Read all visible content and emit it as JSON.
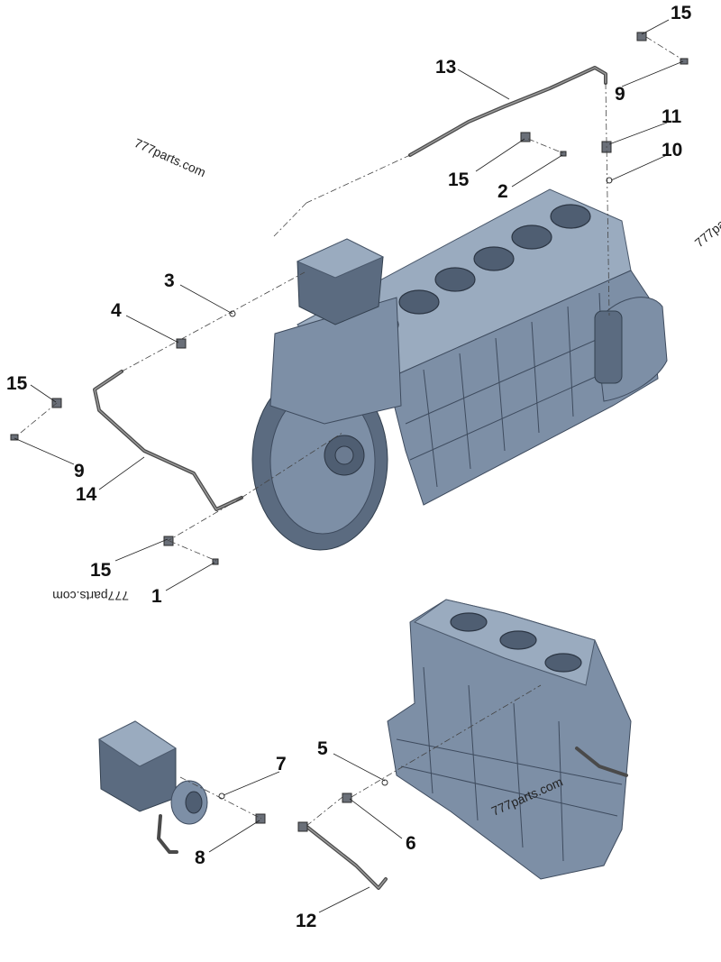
{
  "watermarks": [
    "777parts.com",
    "777parts.com",
    "777parts.com",
    "777pa"
  ],
  "callouts": [
    {
      "id": "1",
      "label": "1"
    },
    {
      "id": "2",
      "label": "2"
    },
    {
      "id": "3",
      "label": "3"
    },
    {
      "id": "4",
      "label": "4"
    },
    {
      "id": "5",
      "label": "5"
    },
    {
      "id": "6",
      "label": "6"
    },
    {
      "id": "7",
      "label": "7"
    },
    {
      "id": "8",
      "label": "8"
    },
    {
      "id": "9a",
      "label": "9"
    },
    {
      "id": "9b",
      "label": "9"
    },
    {
      "id": "10",
      "label": "10"
    },
    {
      "id": "11",
      "label": "11"
    },
    {
      "id": "12",
      "label": "12"
    },
    {
      "id": "13",
      "label": "13"
    },
    {
      "id": "14",
      "label": "14"
    },
    {
      "id": "15a",
      "label": "15"
    },
    {
      "id": "15b",
      "label": "15"
    },
    {
      "id": "15c",
      "label": "15"
    },
    {
      "id": "15d",
      "label": "15"
    }
  ],
  "colors": {
    "engine_block": "#7d8fa6",
    "pipe": "#4a4a4a",
    "text": "#111111"
  }
}
